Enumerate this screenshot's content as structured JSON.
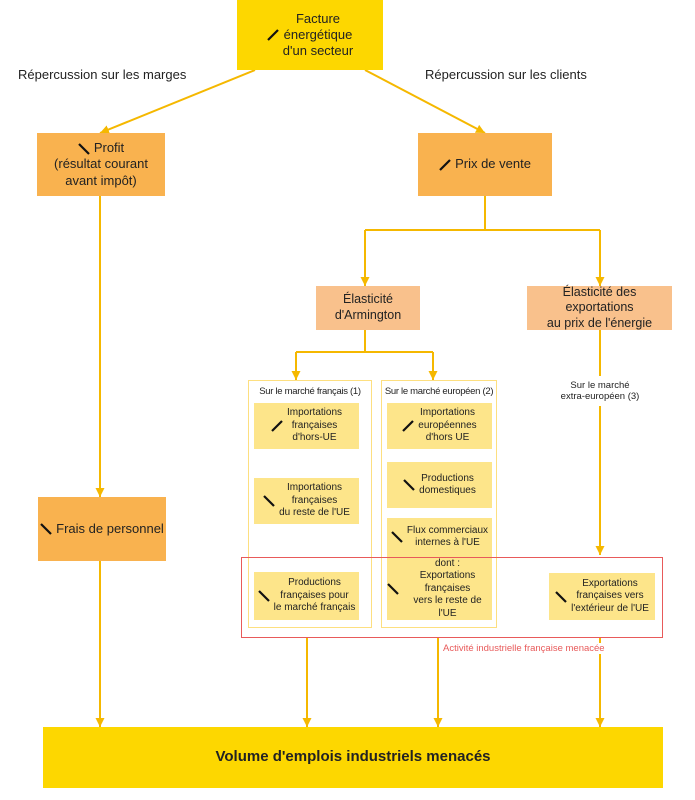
{
  "top_box": {
    "lines": [
      "Facture",
      "énergétique",
      "d'un secteur"
    ],
    "trend": "up-arrow-icon"
  },
  "left_heading": "Répercussion sur les marges",
  "right_heading": "Répercussion sur les clients",
  "profit": {
    "lines": [
      "Profit",
      "(résultat courant",
      "avant impôt)"
    ],
    "trend": "down-arrow-icon"
  },
  "prix": {
    "label": "Prix de vente",
    "trend": "up-arrow-icon"
  },
  "armington": {
    "lines": [
      "Élasticité",
      "d'Armington"
    ]
  },
  "elasticite_exports": {
    "lines": [
      "Élasticité des exportations",
      "au prix de l'énergie"
    ]
  },
  "marche_francais": {
    "title": "Sur le marché français (1)",
    "items": [
      {
        "lines": [
          "Importations",
          "françaises",
          "d'hors-UE"
        ],
        "trend": "up"
      },
      {
        "lines": [
          "Importations",
          "françaises",
          "du reste de l'UE"
        ],
        "trend": "down"
      },
      {
        "lines": [
          "Productions",
          "françaises pour",
          "le marché français"
        ],
        "trend": "down"
      }
    ]
  },
  "marche_europeen": {
    "title": "Sur le marché européen (2)",
    "items": [
      {
        "lines": [
          "Importations",
          "européennes",
          "d'hors UE"
        ],
        "trend": "up"
      },
      {
        "lines": [
          "Productions",
          "domestiques"
        ],
        "trend": "down"
      },
      {
        "lines": [
          "Flux commerciaux",
          "internes à l'UE"
        ],
        "trend": "down"
      },
      {
        "lines": [
          "dont :",
          "Exportations",
          "françaises",
          "vers le reste de l'UE"
        ],
        "trend": "down"
      }
    ]
  },
  "marche_extra": {
    "lines": [
      "Sur le marché",
      "extra-européen (3)"
    ]
  },
  "exports_ext": {
    "lines": [
      "Exportations",
      "françaises vers",
      "l'extérieur de l'UE"
    ],
    "trend": "down"
  },
  "menace_label": "Activité industrielle française menacée",
  "frais": {
    "label": "Frais de personnel",
    "trend": "down"
  },
  "bottom": {
    "label": "Volume d'emplois industriels menacés"
  },
  "colors": {
    "yellow": "#fdd700",
    "orange": "#f9b24f",
    "light_orange": "#f9c18c",
    "light_yellow": "#fde58a",
    "line": "#f5b800",
    "red": "#e85a5a"
  }
}
